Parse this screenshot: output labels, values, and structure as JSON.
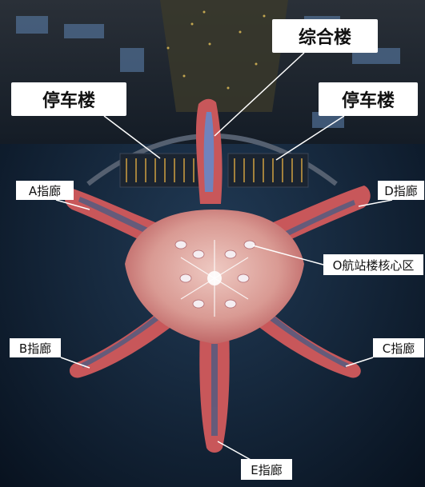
{
  "labels": {
    "complex_building": "综合楼",
    "parking_left": "停车楼",
    "parking_right": "停车楼",
    "pier_a": "A指廊",
    "pier_b": "B指廊",
    "pier_c": "C指廊",
    "pier_d": "D指廊",
    "pier_e": "E指廊",
    "core_area": "O航站楼核心区"
  },
  "colors": {
    "night_background": "#0b1a2c",
    "terminal_roof": "#c8575a",
    "core_roof": "#d99a93",
    "label_background": "#ffffff",
    "leader_line": "#ffffff"
  }
}
